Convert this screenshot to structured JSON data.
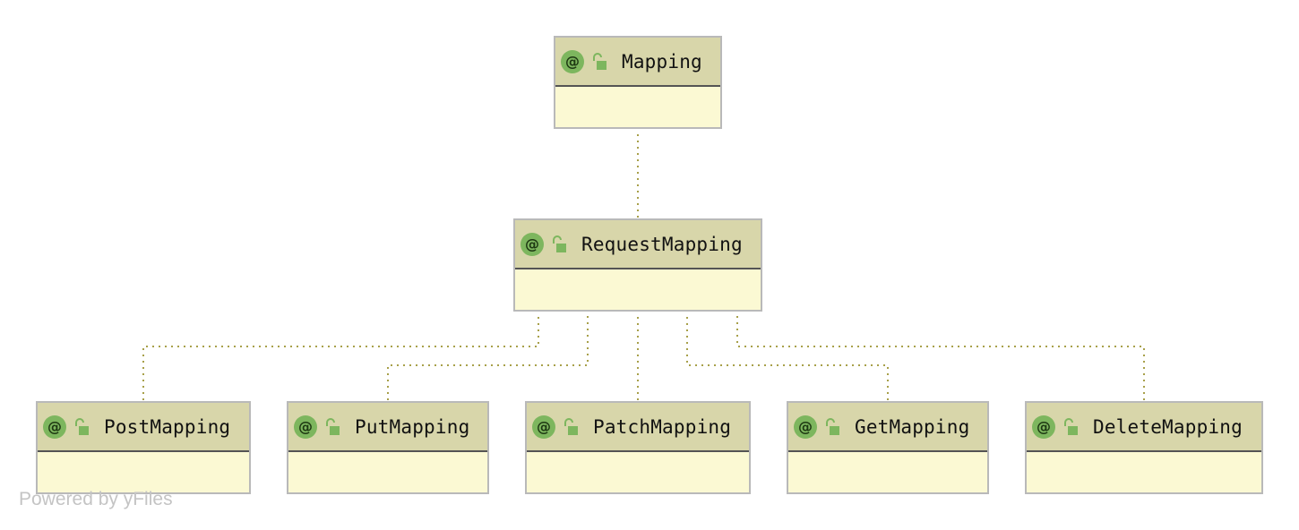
{
  "diagram": {
    "nodes": [
      {
        "id": "mapping",
        "name": "Mapping",
        "stereotype_icon": "annotation-icon",
        "visibility_icon": "unlocked-icon"
      },
      {
        "id": "requestmapping",
        "name": "RequestMapping",
        "stereotype_icon": "annotation-icon",
        "visibility_icon": "unlocked-icon"
      },
      {
        "id": "postmapping",
        "name": "PostMapping",
        "stereotype_icon": "annotation-icon",
        "visibility_icon": "unlocked-icon"
      },
      {
        "id": "putmapping",
        "name": "PutMapping",
        "stereotype_icon": "annotation-icon",
        "visibility_icon": "unlocked-icon"
      },
      {
        "id": "patchmapping",
        "name": "PatchMapping",
        "stereotype_icon": "annotation-icon",
        "visibility_icon": "unlocked-icon"
      },
      {
        "id": "getmapping",
        "name": "GetMapping",
        "stereotype_icon": "annotation-icon",
        "visibility_icon": "unlocked-icon"
      },
      {
        "id": "deletemapping",
        "name": "DeleteMapping",
        "stereotype_icon": "annotation-icon",
        "visibility_icon": "unlocked-icon"
      }
    ],
    "edges": [
      {
        "from": "requestmapping",
        "to": "mapping",
        "style": "dotted"
      },
      {
        "from": "postmapping",
        "to": "requestmapping",
        "style": "dotted"
      },
      {
        "from": "putmapping",
        "to": "requestmapping",
        "style": "dotted"
      },
      {
        "from": "patchmapping",
        "to": "requestmapping",
        "style": "dotted"
      },
      {
        "from": "getmapping",
        "to": "requestmapping",
        "style": "dotted"
      },
      {
        "from": "deletemapping",
        "to": "requestmapping",
        "style": "dotted"
      }
    ],
    "icon_symbol": "@",
    "colors": {
      "header": "#d8d6aa",
      "body": "#fbf9d3",
      "border": "#b9b9b9",
      "divider": "#545454",
      "annotation_icon": "#7db65e",
      "edge": "#a8a04a"
    }
  },
  "watermark": "Powered by yFiles"
}
